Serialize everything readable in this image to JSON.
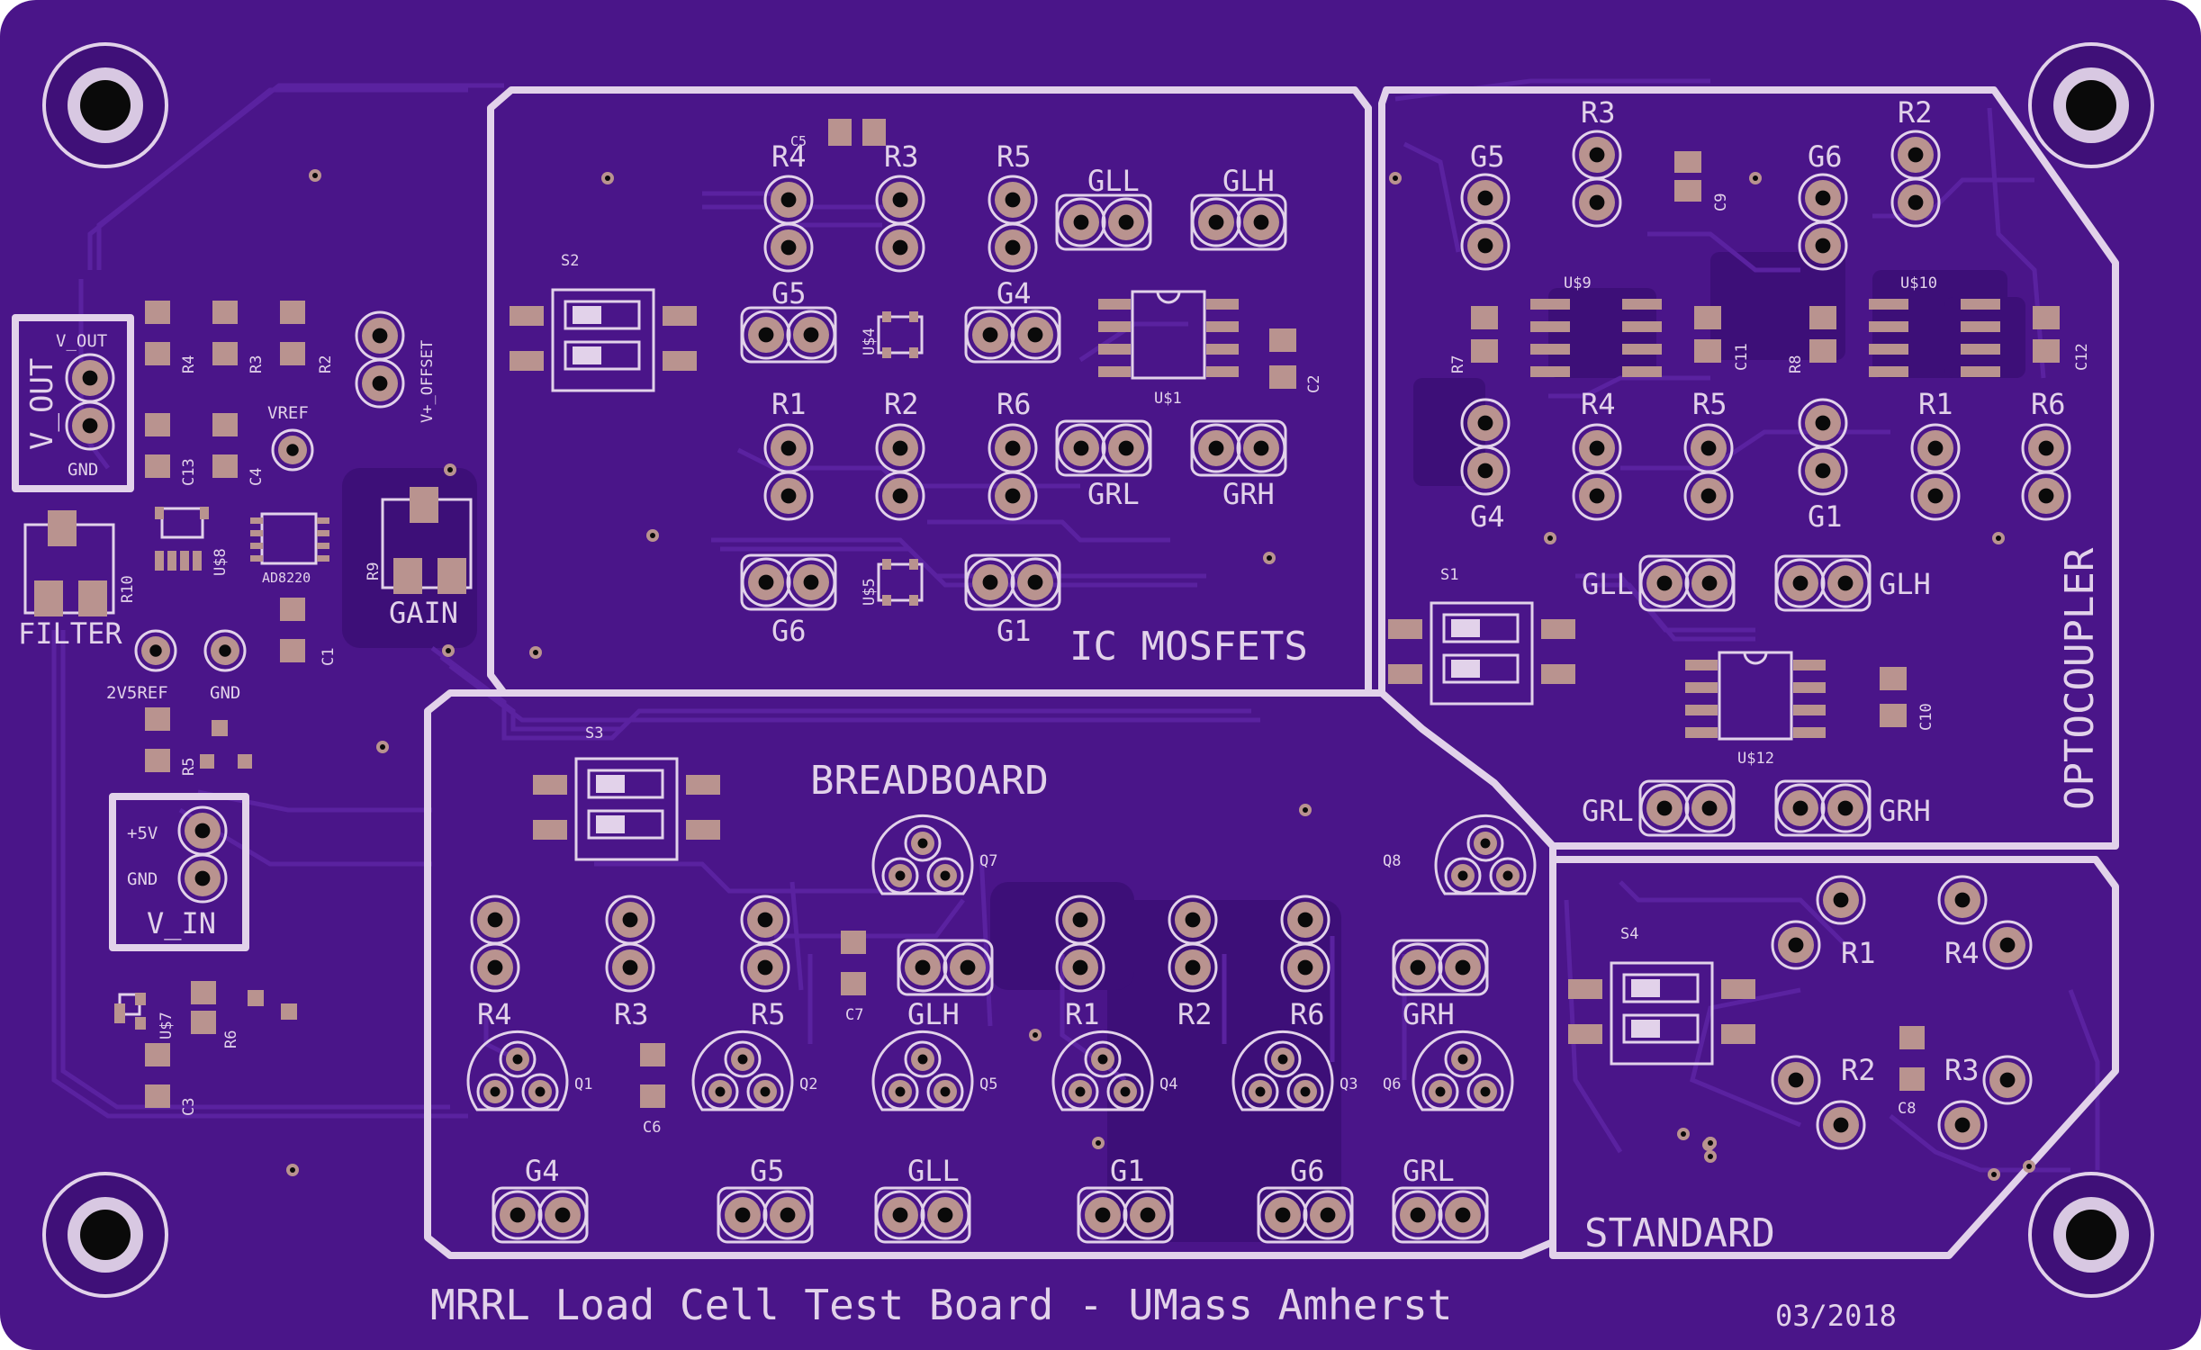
{
  "board": {
    "title": "MRRL Load Cell Test Board - UMass Amherst",
    "date": "03/2018",
    "colors": {
      "substrate": "#4a1589",
      "substrate_dark": "#3a0d70",
      "trace": "#5b23a0",
      "silkscreen": "#e2d2ea",
      "pad": "#b9938f",
      "hole": "#0a0a0a"
    }
  },
  "sections": {
    "ic_mosfets": {
      "name": "IC MOSFETS",
      "switch": "S2",
      "parts": [
        "C5",
        "R4",
        "R3",
        "R5",
        "GLL",
        "GLH",
        "G5",
        "U$4",
        "G4",
        "U$1",
        "C2",
        "R1",
        "R2",
        "R6",
        "GRL",
        "GRH",
        "G6",
        "U$5",
        "G1"
      ]
    },
    "optocoupler": {
      "name": "OPTOCOUPLER",
      "switch": "S1",
      "parts": [
        "R3",
        "R2",
        "G5",
        "C9",
        "G6",
        "U$9",
        "U$10",
        "R7",
        "C11",
        "R8",
        "C12",
        "G4",
        "R4",
        "R5",
        "R1",
        "R6",
        "G1",
        "GLL",
        "GLH",
        "U$12",
        "C10",
        "GRL",
        "GRH"
      ]
    },
    "breadboard": {
      "name": "BREADBOARD",
      "switch": "S3",
      "parts": [
        "Q7",
        "Q8",
        "R4",
        "R3",
        "R5",
        "C7",
        "GLH",
        "R1",
        "R2",
        "R6",
        "GRH",
        "Q1",
        "C6",
        "Q2",
        "Q5",
        "Q4",
        "Q3",
        "Q6",
        "G4",
        "G5",
        "GLL",
        "G1",
        "G6",
        "GRL"
      ]
    },
    "standard": {
      "name": "STANDARD",
      "switch": "S4",
      "parts": [
        "R1",
        "R4",
        "R2",
        "C8",
        "R3"
      ]
    },
    "amplifier": {
      "v_out_box": [
        "V_OUT",
        "V_OUT",
        "GND"
      ],
      "v_in_box": [
        "+5V",
        "GND",
        "V_IN"
      ],
      "parts": [
        "R4",
        "R3",
        "R2",
        "V+_OFFSET",
        "C13",
        "C4",
        "VREF",
        "U$8",
        "AD8220",
        "R10",
        "R9",
        "FILTER",
        "GAIN",
        "C1",
        "2V5REF",
        "GND",
        "R5",
        "U$7",
        "R6",
        "C3"
      ]
    }
  }
}
